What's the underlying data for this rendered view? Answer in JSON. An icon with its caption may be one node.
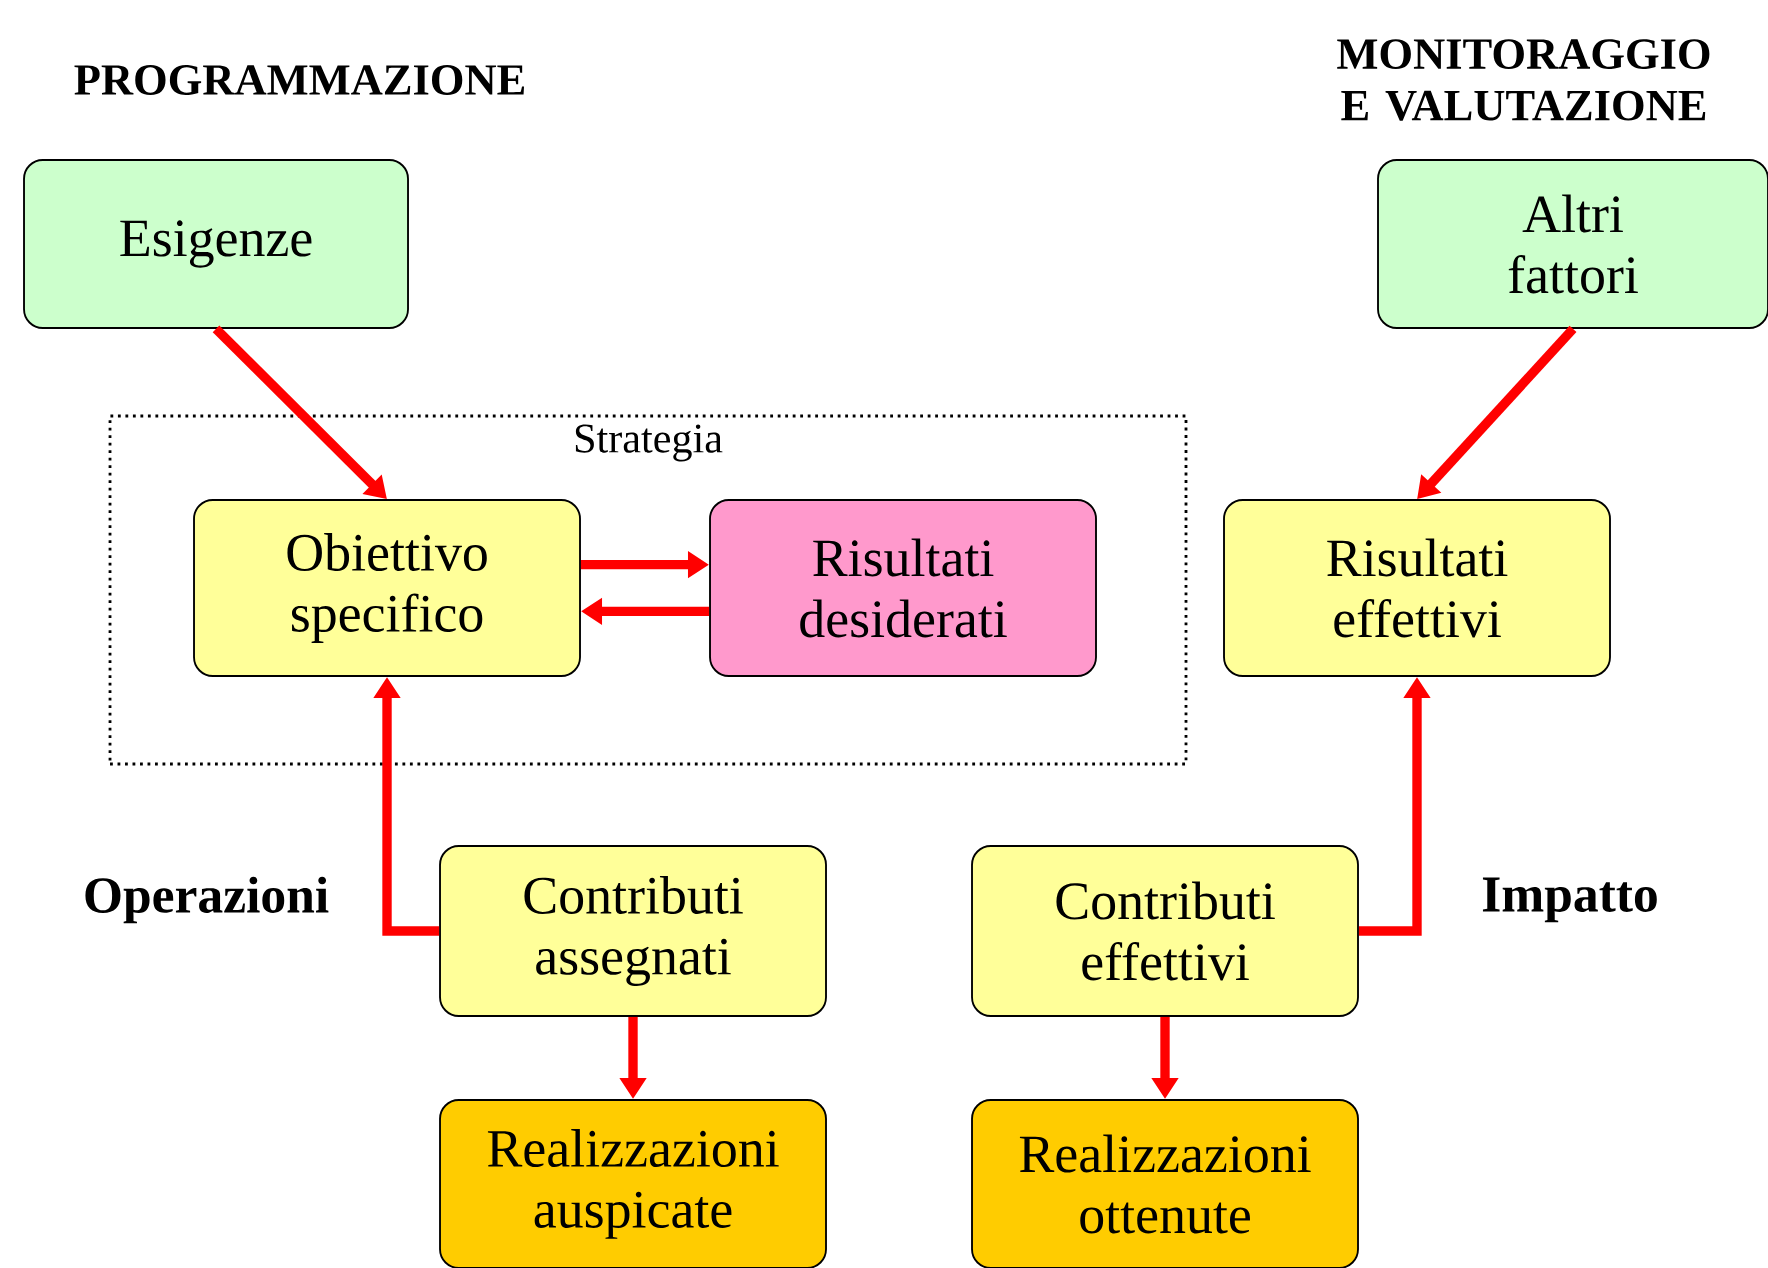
{
  "diagram": {
    "nodes": [
      {
        "text": [
          "Esigenze"
        ]
      },
      {
        "text": [
          "Altri fattori"
        ]
      },
      {
        "text": [
          "Strategia"
        ]
      },
      {
        "text": [
          "Obiettivo specifico"
        ],
        "in": 2
      },
      {
        "text": [
          "Risultati desiderati"
        ],
        "in": 2
      },
      {
        "text": [
          "Risultati effettivi"
        ]
      },
      {
        "text": [
          "Contributi assegnati"
        ]
      },
      {
        "text": [
          "Contributi effettivi"
        ]
      },
      {
        "text": [
          "Realizzazioni auspicate"
        ]
      },
      {
        "text": [
          "Realizzazioni ottenute"
        ]
      }
    ],
    "edges": [
      {
        "from": 0,
        "to": 3,
        "arrow": "to"
      },
      {
        "from": 3,
        "to": 4,
        "arrow": "to"
      },
      {
        "from": 4,
        "to": 3,
        "arrow": "to"
      },
      {
        "from": 1,
        "to": 5,
        "arrow": "to"
      },
      {
        "from": 6,
        "to": 3,
        "arrow": "to"
      },
      {
        "from": 7,
        "to": 5,
        "arrow": "to"
      },
      {
        "from": 6,
        "to": 8,
        "arrow": "to"
      },
      {
        "from": 7,
        "to": 9,
        "arrow": "to"
      }
    ],
    "labels": [
      "PROGRAMMAZIONE",
      "MONITORAGGIO E VALUTAZIONE",
      "Operazioni",
      "Impatto"
    ]
  }
}
